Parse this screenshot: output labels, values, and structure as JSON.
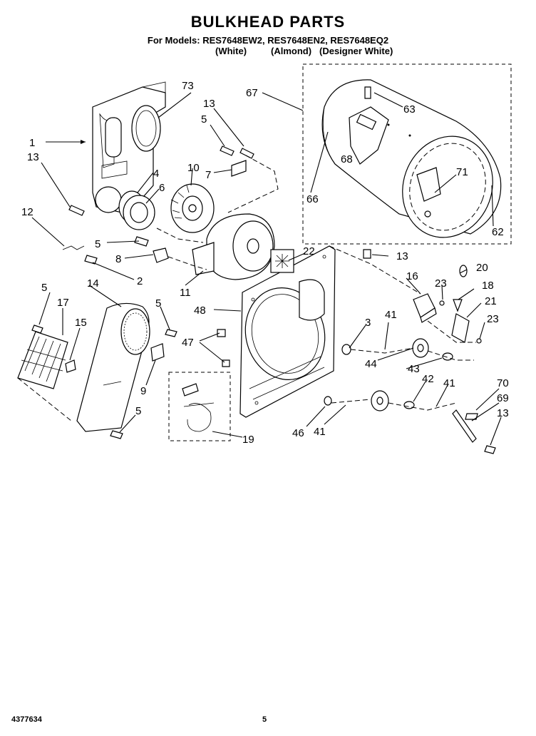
{
  "header": {
    "title": "BULKHEAD PARTS",
    "models_line": "For Models: RES7648EW2, RES7648EN2, RES7648EQ2",
    "color_white": "(White)",
    "color_almond": "(Almond)",
    "color_designer": "(Designer White)"
  },
  "footer": {
    "doc_number": "4377634",
    "page_number": "5"
  },
  "callouts": {
    "c1": "1",
    "c13a": "13",
    "c73": "73",
    "c13b": "13",
    "c5a": "5",
    "c67": "67",
    "c63": "63",
    "c68": "68",
    "c71": "71",
    "c66": "66",
    "c62": "62",
    "c4": "4",
    "c6": "6",
    "c10": "10",
    "c7": "7",
    "c12": "12",
    "c5b": "5",
    "c8": "8",
    "c2": "2",
    "c11": "11",
    "c22": "22",
    "c13c": "13",
    "c20": "20",
    "c16": "16",
    "c23a": "23",
    "c18": "18",
    "c21": "21",
    "c23b": "23",
    "c48": "48",
    "c5c": "5",
    "c14": "14",
    "c17": "17",
    "c15": "15",
    "c5d": "5",
    "c47": "47",
    "c3": "3",
    "c41a": "41",
    "c44": "44",
    "c43": "43",
    "c42": "42",
    "c41b": "41",
    "c70": "70",
    "c69": "69",
    "c13d": "13",
    "c9": "9",
    "c5e": "5",
    "c19": "19",
    "c46": "46",
    "c41c": "41"
  }
}
